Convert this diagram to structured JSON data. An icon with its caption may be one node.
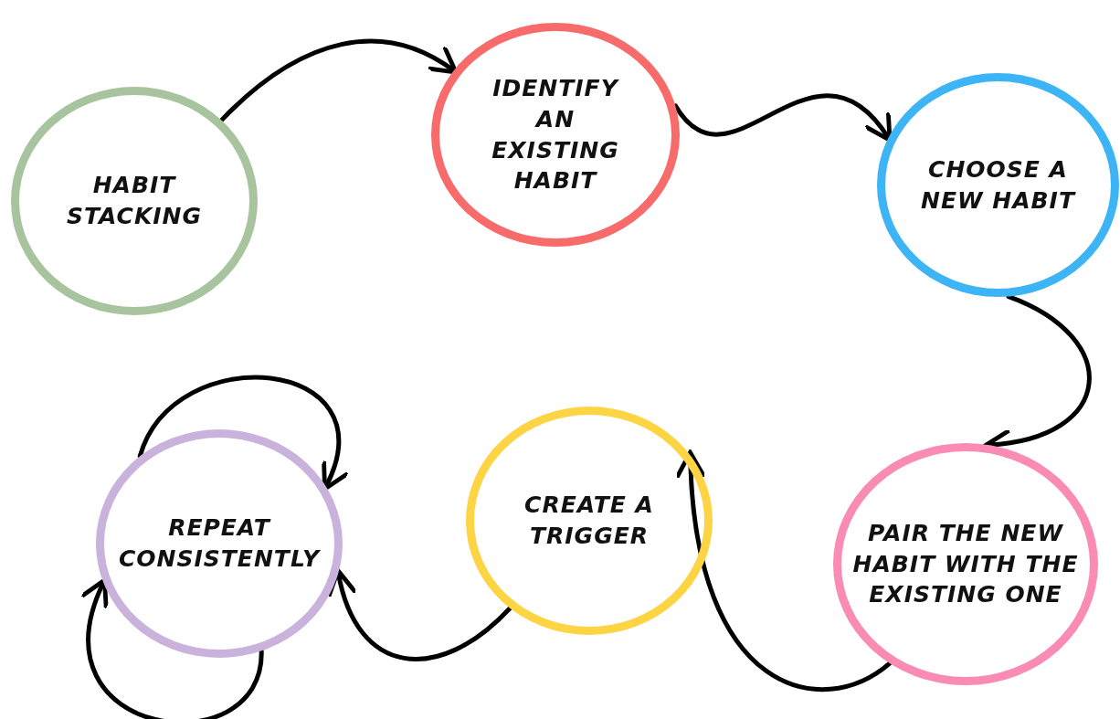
{
  "diagram": {
    "nodes": [
      {
        "text": [
          "HABIT STACKING"
        ]
      },
      {
        "text": [
          "IDENTIFY AN EXISTING HABIT"
        ]
      },
      {
        "text": [
          "CHOOSE A NEW HABIT"
        ]
      },
      {
        "text": [
          "PAIR THE NEW HABIT WITH THE EXISTING ONE"
        ]
      },
      {
        "text": [
          "CREATE A TRIGGER"
        ]
      },
      {
        "text": [
          "REPEAT CONSISTENTLY"
        ]
      }
    ],
    "edges": [
      {
        "from": 0,
        "to": 1,
        "arrow": "to"
      },
      {
        "from": 1,
        "to": 2,
        "arrow": "to"
      },
      {
        "from": 2,
        "to": 3,
        "arrow": "to"
      },
      {
        "from": 3,
        "to": 4,
        "arrow": "to"
      },
      {
        "from": 4,
        "to": 5,
        "arrow": "to"
      },
      {
        "from": 5,
        "to": 5,
        "arrow": "to"
      },
      {
        "from": 5,
        "to": 5,
        "arrow": "to"
      }
    ]
  }
}
